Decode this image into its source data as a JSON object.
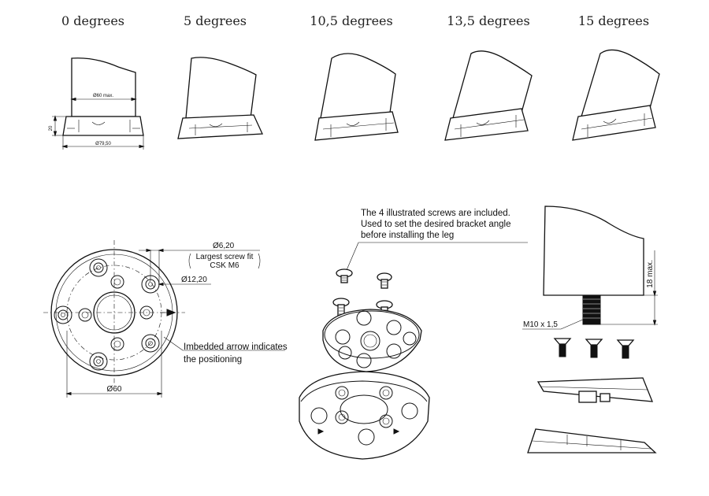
{
  "angles": [
    {
      "label": "0 degrees"
    },
    {
      "label": "5 degrees"
    },
    {
      "label": "10,5 degrees"
    },
    {
      "label": "13,5 degrees"
    },
    {
      "label": "15 degrees"
    }
  ],
  "front_view": {
    "inner_diameter": "Ø60 max.",
    "height": "20",
    "base_diameter": "Ø79,50"
  },
  "plan_view": {
    "screw_hole": "Ø6,20",
    "screw_note_1": "Largest screw fit",
    "screw_note_2": "CSK M6",
    "counterbore": "Ø12,20",
    "diameter": "Ø60",
    "arrow_note_1": "Imbedded arrow indicates",
    "arrow_note_2": "the positioning"
  },
  "exploded_view": {
    "note_1": "The 4 illustrated screws are included.",
    "note_2": "Used to set the desired bracket angle",
    "note_3": "before installing the leg"
  },
  "leg_view": {
    "height": "18 max.",
    "thread": "M10 x 1,5"
  }
}
